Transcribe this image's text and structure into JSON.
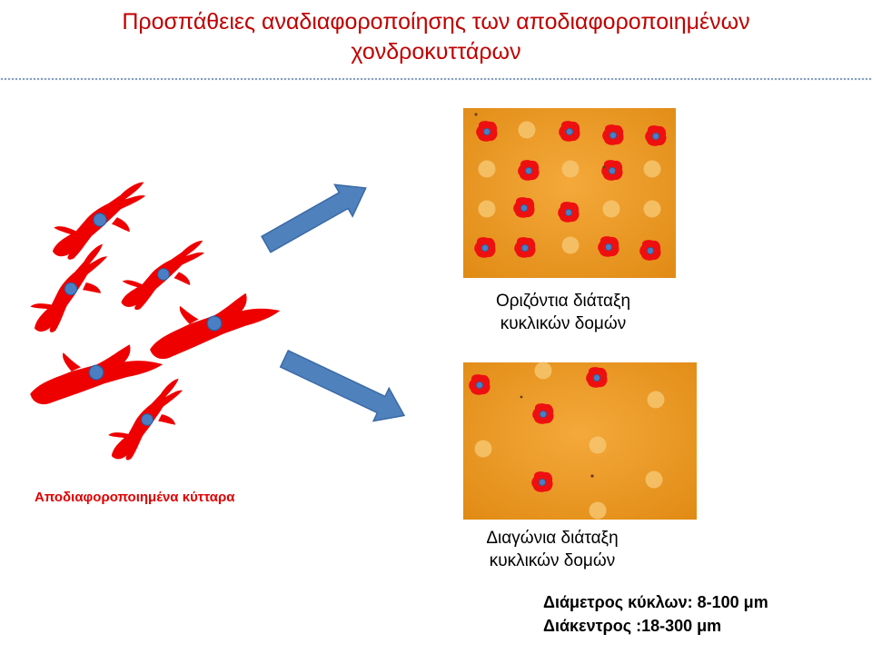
{
  "title": {
    "line1": "Προσπάθειες αναδιαφοροποίησης των αποδιαφοροποιημένων",
    "line2": "χονδροκυττάρων"
  },
  "left_label": "Αποδιαφοροποιημένα κύτταρα",
  "top_panel": {
    "caption_line1": "Οριζόντια διάταξη",
    "caption_line2": "κυκλικών δομών"
  },
  "bottom_panel": {
    "caption_line1": "Διαγώνια διάταξη",
    "caption_line2": "κυκλικών δομών"
  },
  "stats": {
    "diameter": "Διάμετρος κύκλων: 8-100 μm",
    "spacing": "Διάκεντρος :18-300 μm"
  },
  "colors": {
    "title": "#c00000",
    "cell_body": "#ee0000",
    "nucleus": "#4a7fc4",
    "arrow": "#4f81bd",
    "substrate": "#e8961c"
  }
}
